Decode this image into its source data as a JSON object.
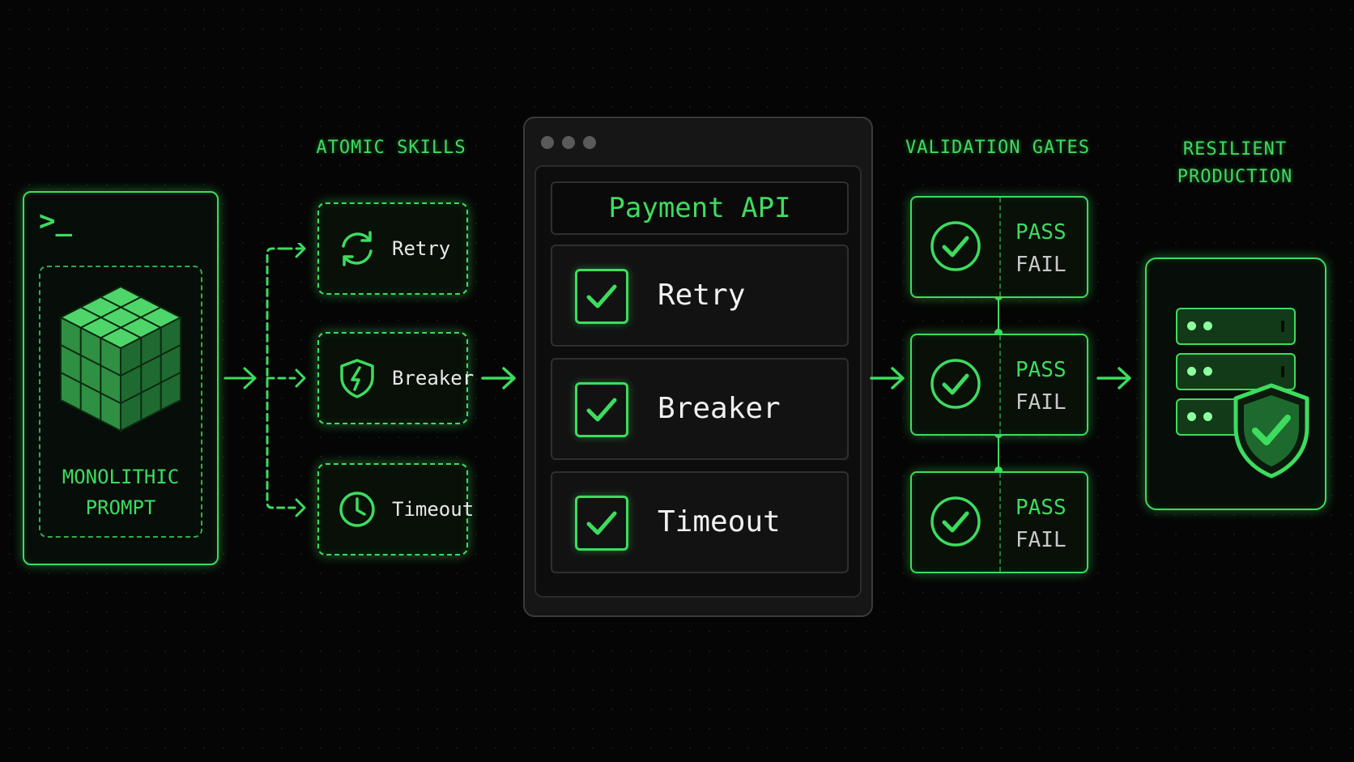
{
  "headings": {
    "atomic_skills": "ATOMIC SKILLS",
    "validation_gates": "VALIDATION GATES",
    "resilient_line1": "RESILIENT",
    "resilient_line2": "PRODUCTION"
  },
  "monolithic": {
    "prompt_glyph": ">_",
    "label_line1": "MONOLITHIC",
    "label_line2": "PROMPT",
    "cube_icon": "cube-icon"
  },
  "skills": [
    {
      "label": "Retry",
      "icon": "refresh-icon"
    },
    {
      "label": "Breaker",
      "icon": "shield-bolt-icon"
    },
    {
      "label": "Timeout",
      "icon": "clock-icon"
    }
  ],
  "window": {
    "title": "Payment API",
    "items": [
      "Retry",
      "Breaker",
      "Timeout"
    ]
  },
  "gates": [
    {
      "pass": "PASS",
      "fail": "FAIL"
    },
    {
      "pass": "PASS",
      "fail": "FAIL"
    },
    {
      "pass": "PASS",
      "fail": "FAIL"
    }
  ],
  "production": {
    "icon": "server-stack-icon",
    "badge": "shield-check-icon"
  },
  "colors": {
    "accent": "#3ddc5e",
    "background": "#050505",
    "window": "#161616"
  }
}
